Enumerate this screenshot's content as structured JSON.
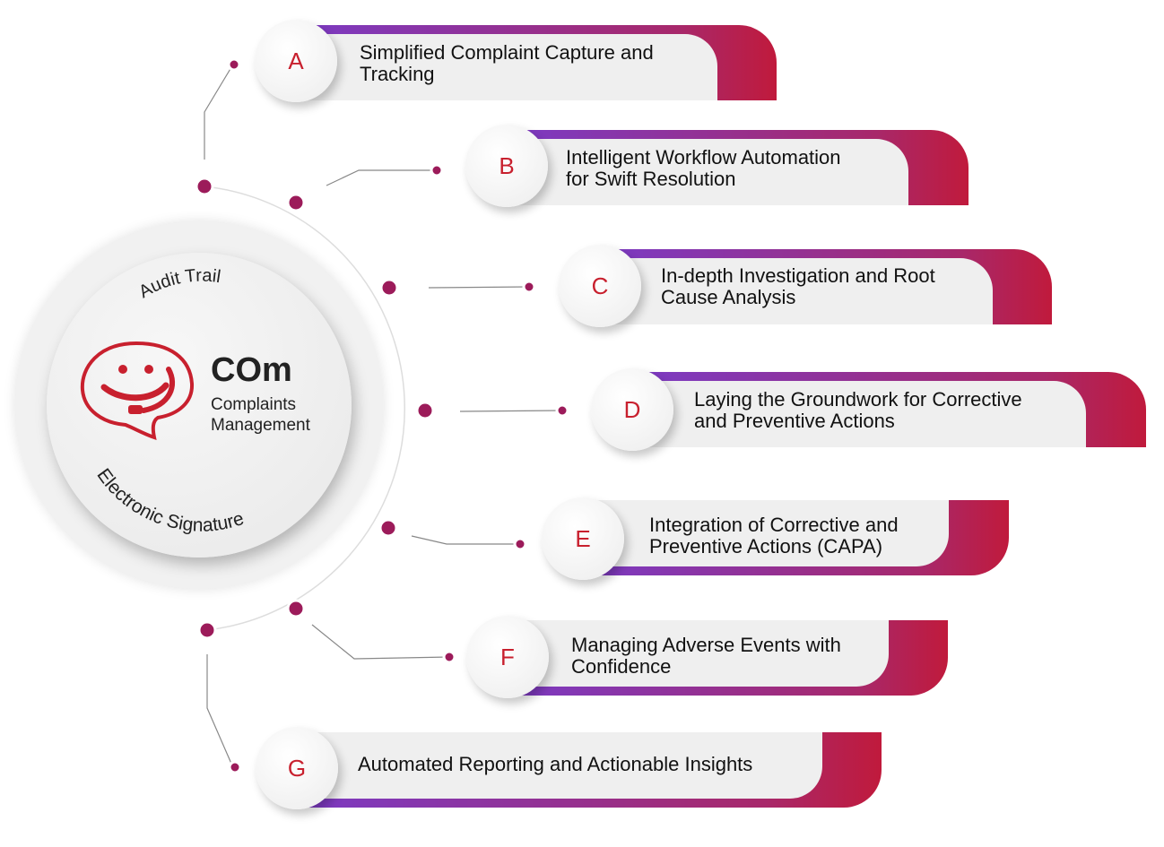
{
  "center": {
    "brand": "COm",
    "subtitle_line1": "Complaints",
    "subtitle_line2": "Management",
    "arc_top": "Audit Trail",
    "arc_bottom": "Electronic Signature"
  },
  "items": [
    {
      "letter": "A",
      "line1": "Simplified Complaint Capture and",
      "line2": "Tracking"
    },
    {
      "letter": "B",
      "line1": "Intelligent Workflow Automation",
      "line2": "for Swift Resolution"
    },
    {
      "letter": "C",
      "line1": "In-depth Investigation and Root",
      "line2": "Cause Analysis"
    },
    {
      "letter": "D",
      "line1": "Laying the Groundwork for Corrective",
      "line2": "and Preventive Actions"
    },
    {
      "letter": "E",
      "line1": "Integration of Corrective and",
      "line2": "Preventive Actions (CAPA)"
    },
    {
      "letter": "F",
      "line1": "Managing Adverse Events with",
      "line2": "Confidence"
    },
    {
      "letter": "G",
      "line1": "Automated Reporting and Actionable Insights",
      "line2": ""
    }
  ],
  "colors": {
    "accent_red": "#c8202e",
    "dot": "#9c1b5a",
    "gradient_start": "#7b3bc4",
    "gradient_end": "#c01a3c"
  }
}
